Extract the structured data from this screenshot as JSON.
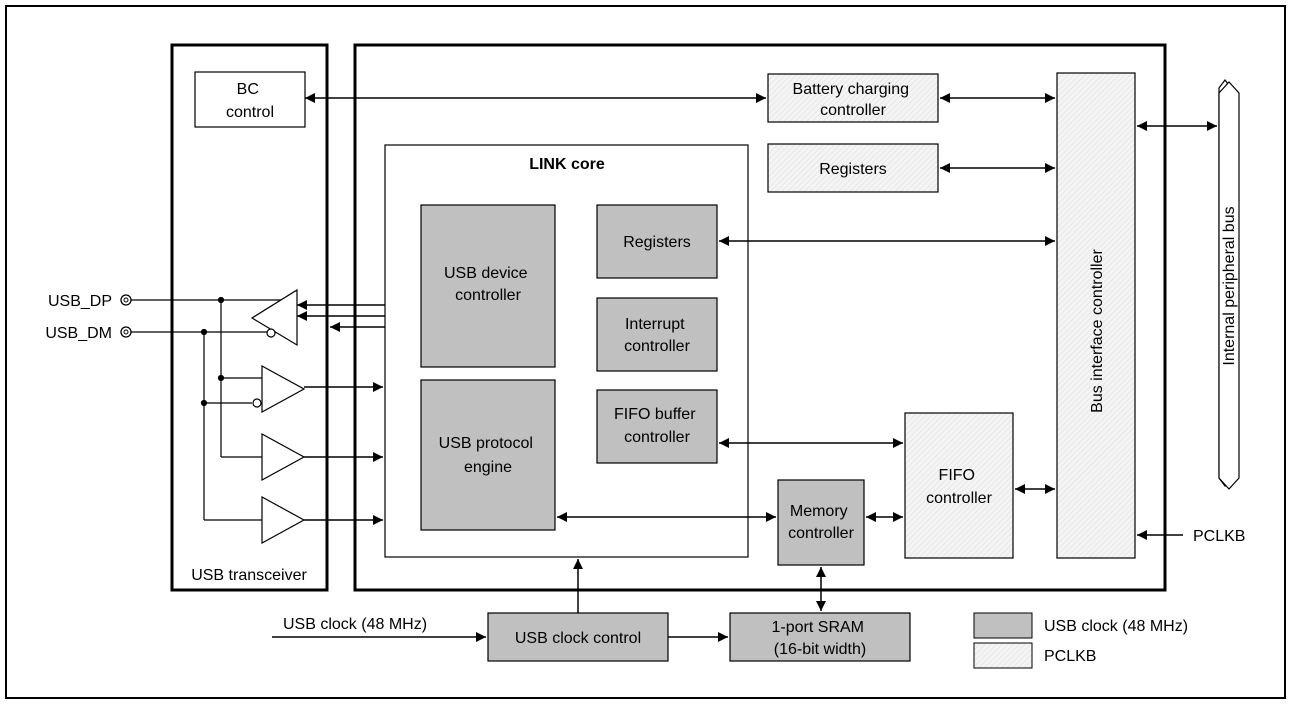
{
  "blocks": {
    "bc_control": [
      "BC",
      "control"
    ],
    "battery_charging_controller": [
      "Battery charging",
      "controller"
    ],
    "link_core": "LINK core",
    "registers_outer": "Registers",
    "usb_device_controller": [
      "USB device",
      "controller"
    ],
    "registers_inner": "Registers",
    "interrupt_controller": [
      "Interrupt",
      "controller"
    ],
    "fifo_buffer_controller": [
      "FIFO buffer",
      "controller"
    ],
    "usb_protocol_engine": [
      "USB protocol",
      "engine"
    ],
    "memory_controller": [
      "Memory",
      "controller"
    ],
    "fifo_controller": [
      "FIFO",
      "controller"
    ],
    "bus_interface_controller": "Bus interface controller",
    "internal_peripheral_bus": "Internal peripheral bus",
    "usb_transceiver": "USB transceiver",
    "usb_clock_control": "USB clock control",
    "sram": [
      "1-port SRAM",
      "(16-bit width)"
    ]
  },
  "signals": {
    "usb_dp": "USB_DP",
    "usb_dm": "USB_DM",
    "usb_clock_in": "USB clock (48 MHz)",
    "pclkb": "PCLKB"
  },
  "legend": [
    {
      "label": "USB clock (48 MHz)",
      "fill": "#c0c0c0"
    },
    {
      "label": "PCLKB",
      "fill": "#f4f4f4"
    }
  ],
  "colors": {
    "usb_clock_domain": "#c0c0c0",
    "pclkb_domain": "#f4f4f4",
    "border": "#000000"
  }
}
